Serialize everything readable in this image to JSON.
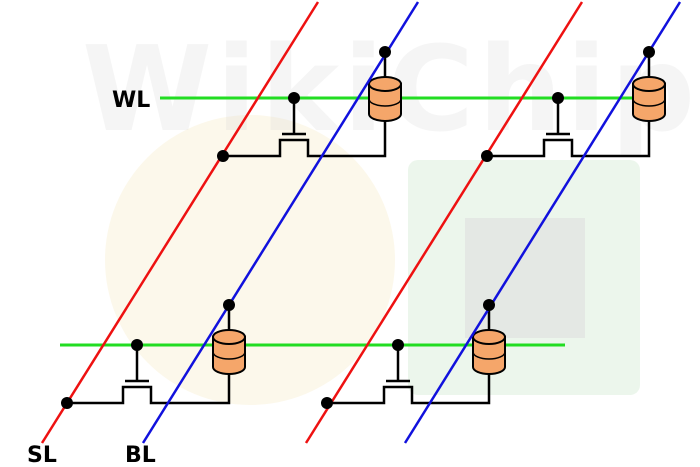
{
  "labels": {
    "word_line": "WL",
    "source_line": "SL",
    "bit_line": "BL"
  },
  "watermark": {
    "text": "WikiChip"
  },
  "colors": {
    "word_line": "#22dd22",
    "source_line": "#ee1111",
    "bit_line": "#1111dd",
    "mtj_fill": "#f5a66a",
    "mtj_stroke": "#000000",
    "wire": "#000000",
    "background": "#ffffff"
  },
  "diagram": {
    "type": "STT-MRAM memory array schematic",
    "cells": [
      {
        "row": 1,
        "column": 1,
        "components": [
          "access transistor",
          "MTJ"
        ]
      },
      {
        "row": 1,
        "column": 2,
        "components": [
          "access transistor",
          "MTJ"
        ]
      },
      {
        "row": 2,
        "column": 1,
        "components": [
          "access transistor",
          "MTJ"
        ]
      },
      {
        "row": 2,
        "column": 2,
        "components": [
          "access transistor",
          "MTJ"
        ]
      }
    ]
  }
}
